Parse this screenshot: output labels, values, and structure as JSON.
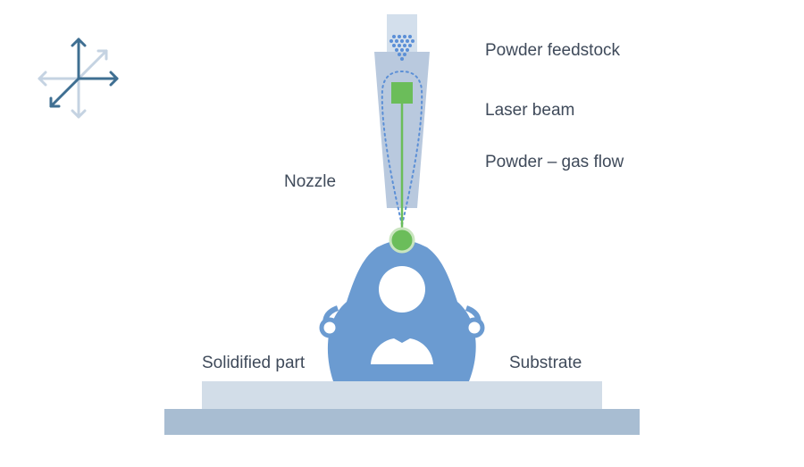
{
  "labels": {
    "powder_feedstock": "Powder feedstock",
    "laser_beam": "Laser beam",
    "powder_gas_flow": "Powder – gas flow",
    "nozzle": "Nozzle",
    "solidified_part": "Solidified part",
    "substrate": "Substrate"
  },
  "icons": {
    "axes": "three-axis-arrows-icon"
  },
  "colors": {
    "part_blue": "#6b9bd1",
    "laser_green": "#6bbd5a",
    "nozzle_gray_blue": "#b9c9de",
    "feed_tube": "#d3dfec",
    "substrate_light": "#d2dde8",
    "substrate_dark": "#a8bdd2",
    "axis_dark": "#3f6f92",
    "axis_light": "#c5d3e2",
    "text": "#3f4a5a"
  }
}
